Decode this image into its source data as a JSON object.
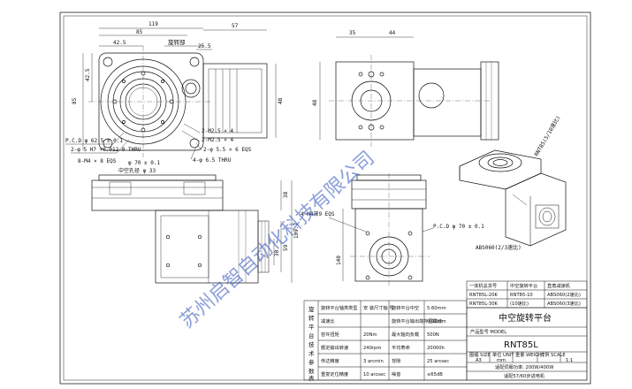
{
  "dimensions": {
    "top_left_119": "119",
    "top_left_85": "85",
    "top_left_42_5": "42.5",
    "top_left_rotary": "旋转部",
    "top_left_25_5": "25.5",
    "top_left_57": "57",
    "top_left_85v": "85",
    "top_left_42_5v": "42.5",
    "top_left_48": "48",
    "pcd_text": "P.C.D φ 62.5 ± 0.1",
    "pin_text": "2-φ 5 H7 +0.012 0 THRU",
    "m4_text": "8-M4 × 8 EQS",
    "m2_1": "2-M2.5 × 4",
    "m2_2": "2-M2.5 × 4",
    "thru_6": "4-φ 6.5 THRU",
    "eqs_6": "2-φ 5.5 × 6 EQS",
    "phi70": "φ 70 ± 0.1",
    "hollow": "中空孔径 φ 33",
    "front_38": "38",
    "front_109": "109.7",
    "front_59": "59",
    "front_30": "30",
    "top_mid_35": "35",
    "top_mid_44": "44",
    "top_mid_48": "48",
    "m4_depth": "4-M4深9 EQS",
    "pcd_70": "P.C.D φ 70 ± 0.1",
    "side_140": "140",
    "iso_label_1": "RNT85(5/10速比)",
    "iso_label_2": "ABS060(2/3速比)"
  },
  "watermark": "苏州启智自动化科技有限公司",
  "spec_table": {
    "title_vertical": "旋转平台技术参数表",
    "header": [
      "旋转平台轴类类型",
      "安 装尺寸轴 号",
      "旋转平台中空",
      "5.60mm"
    ],
    "rows": [
      [
        "减速比",
        "",
        "旋转平台输出端外圈跳动",
        "0.02mm"
      ],
      [
        "容许扭矩",
        "20Nm",
        "最大轴向负载",
        "500N"
      ],
      [
        "额定输出转速",
        "240rpm",
        "平均寿命",
        "20000h"
      ],
      [
        "传达精度",
        "3 arcmin",
        "背隙",
        "25 arcsec"
      ],
      [
        "重复定位精度",
        "10 arcsec",
        "噪音",
        "≤65dB"
      ]
    ]
  },
  "model_table": {
    "headers": [
      "一体机总货号",
      "中空旋转平台",
      "直角减速机"
    ],
    "rows": [
      [
        "RNT85L-20K",
        "RNT85-10",
        "ABS060(2速比)"
      ],
      [
        "RNT85L-30K",
        "(10速比)",
        "ABS060(3速比)"
      ]
    ]
  },
  "title_block": {
    "name": "中空旋转平台",
    "product_no_label": "产品型号 MODEL",
    "product_no": "RNT85L",
    "size_label": "图幅 SIZE",
    "size": "A3",
    "unit_label": "单位 UNIT",
    "unit": "mm",
    "weight_label": "重量 WEIGHT",
    "weight": "",
    "scale_label": "比例 SCALE",
    "scale": "1:1",
    "motor_power": "适配伺服功率: 200W/400W",
    "motor_step": "适配57/60步进电机"
  }
}
